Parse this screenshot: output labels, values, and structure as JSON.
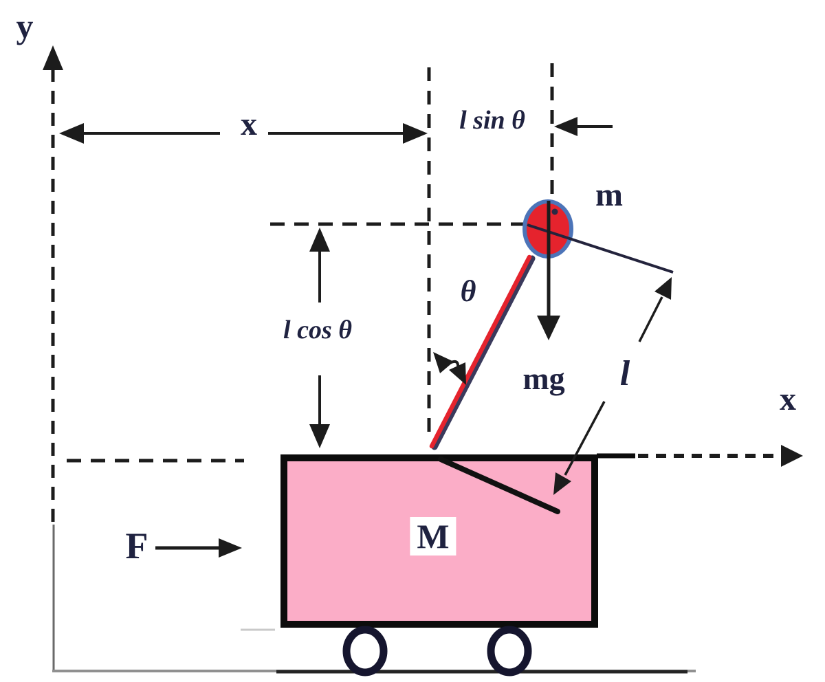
{
  "figure": {
    "labels": {
      "y_axis": "y",
      "x_displacement": "x",
      "l_sin_theta": "l sin θ",
      "pendulum_mass": "m",
      "theta": "θ",
      "l_cos_theta": "l cos θ",
      "weight": "mg",
      "rod_length": "l",
      "x_axis": "x",
      "force": "F",
      "cart_mass": "M"
    },
    "colors": {
      "line_ink": "#1c1c1c",
      "label_ink": "#1f2240",
      "rod_red": "#e5232d",
      "rod_shadow": "#3a3a5c",
      "bob_fill": "#e5232d",
      "bob_stroke": "#4c74b8",
      "bob_dot": "#2a2a44",
      "leader_ink": "#23233c",
      "cart_fill": "#fbadc7",
      "cart_stroke": "#0c0c0c",
      "wheel_stroke": "#15152e",
      "wheel_fill": "#ffffff",
      "ground_gray": "#909090",
      "ground_dark": "#242424",
      "axis_lower_gray": "#6a6a6a"
    }
  }
}
